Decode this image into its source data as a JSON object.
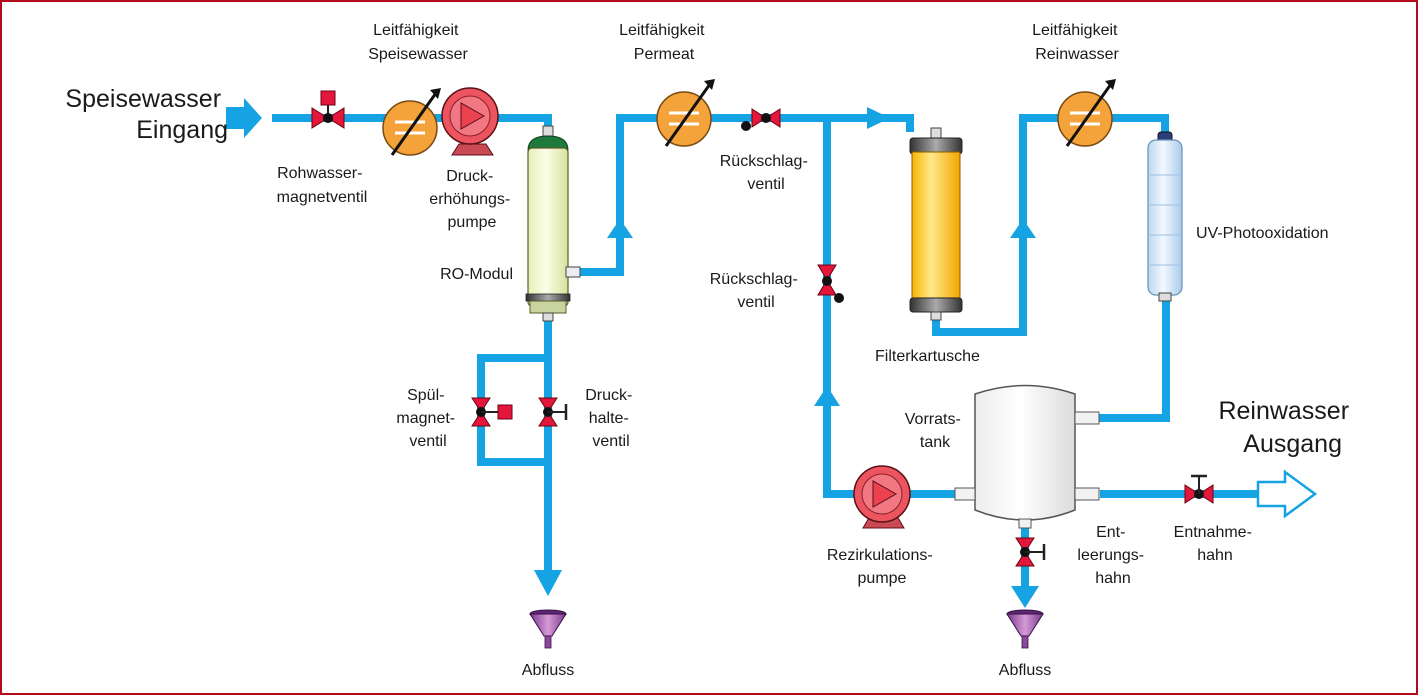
{
  "colors": {
    "pipe": "#16a3e3",
    "valve": "#e3173b",
    "pump": "#ec5560",
    "meter": "#f4a23a",
    "border": "#b30b1c"
  },
  "labels": {
    "feed_in": [
      "Speisewasser",
      "Eingang"
    ],
    "pure_out": [
      "Reinwasser",
      "Ausgang"
    ],
    "cond_feed": [
      "Leitfähigkeit",
      "Speisewasser"
    ],
    "cond_permeate": [
      "Leitfähigkeit",
      "Permeat"
    ],
    "cond_pure": [
      "Leitfähigkeit",
      "Reinwasser"
    ],
    "raw_valve": [
      "Rohwasser-",
      "magnetventil"
    ],
    "boost_pump": [
      "Druck-",
      "erhöhungs-",
      "pumpe"
    ],
    "ro_module": "RO-Modul",
    "check_valve_top": [
      "Rückschlag-",
      "ventil"
    ],
    "check_valve_mid": [
      "Rückschlag-",
      "ventil"
    ],
    "uv": "UV-Photooxidation",
    "filter": "Filterkartusche",
    "flush_valve": [
      "Spül-",
      "magnet-",
      "ventil"
    ],
    "pressure_valve": [
      "Druck-",
      "halte-",
      "ventil"
    ],
    "tank": [
      "Vorrats-",
      "tank"
    ],
    "recirc_pump": [
      "Rezirkulations-",
      "pumpe"
    ],
    "drain_valve": [
      "Ent-",
      "leerungs-",
      "hahn"
    ],
    "tap": [
      "Entnahme-",
      "hahn"
    ],
    "drain_left": "Abfluss",
    "drain_right": "Abfluss"
  }
}
